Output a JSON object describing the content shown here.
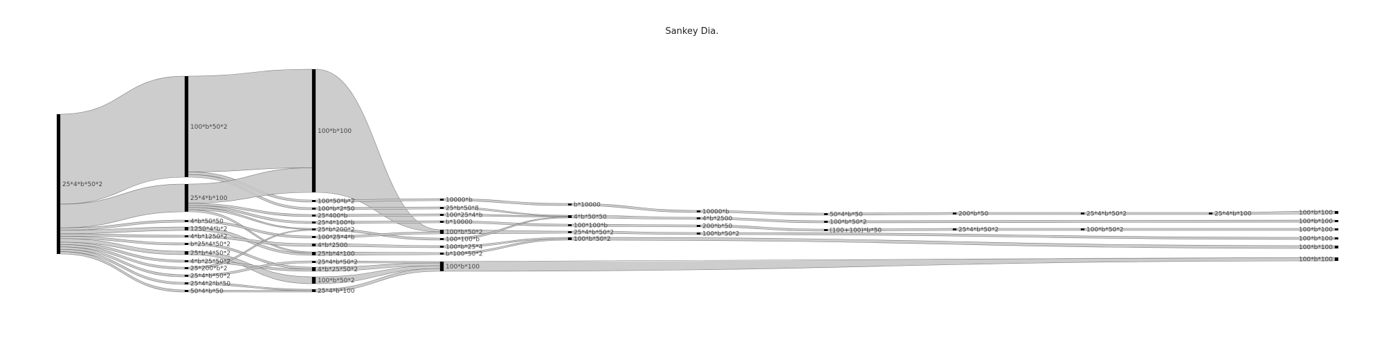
{
  "title": "Sankey Dia.",
  "diagram": {
    "type": "sankey",
    "nodes": [
      {
        "id": "n1",
        "label": "25*4*b*50*2"
      },
      {
        "id": "n2",
        "label": "100*b*50*2"
      },
      {
        "id": "n3",
        "label": "25*4*b*100"
      },
      {
        "id": "n4",
        "label": "4*b*50*50"
      },
      {
        "id": "n5",
        "label": "1250*4*b*2"
      },
      {
        "id": "n6",
        "label": "4*b*1250*2"
      },
      {
        "id": "n7",
        "label": "b*25*4*50*2"
      },
      {
        "id": "n8",
        "label": "25*b*4*50*2"
      },
      {
        "id": "n9",
        "label": "4*b*25*50*2"
      },
      {
        "id": "n10",
        "label": "25*200*b*2"
      },
      {
        "id": "n11",
        "label": "25*4*b*50*2"
      },
      {
        "id": "n12",
        "label": "25*4*2*b*50"
      },
      {
        "id": "n13",
        "label": "50*4*b*50"
      },
      {
        "id": "n14",
        "label": "100*b*100"
      },
      {
        "id": "n15",
        "label": "100*50*b*2"
      },
      {
        "id": "n16",
        "label": "100*b*2*50"
      },
      {
        "id": "n17",
        "label": "25*400*b"
      },
      {
        "id": "n18",
        "label": "25*4*100*b"
      },
      {
        "id": "n19",
        "label": "25*b*200*2"
      },
      {
        "id": "n20",
        "label": "100*25*4*b"
      },
      {
        "id": "n21",
        "label": "4*b*2500"
      },
      {
        "id": "n22",
        "label": "25*b*4*100"
      },
      {
        "id": "n23",
        "label": "25*4*b*50*2"
      },
      {
        "id": "n24",
        "label": "4*b*25*50*2"
      },
      {
        "id": "n25",
        "label": "100*b*50*2"
      },
      {
        "id": "n26",
        "label": "25*4*b*100"
      },
      {
        "id": "n27",
        "label": "10000*b"
      },
      {
        "id": "n28",
        "label": "25*b*50*8"
      },
      {
        "id": "n29",
        "label": "100*25*4*b"
      },
      {
        "id": "n30",
        "label": "b*10000"
      },
      {
        "id": "n31",
        "label": "100*b*50*2"
      },
      {
        "id": "n32",
        "label": "100*100*b"
      },
      {
        "id": "n33",
        "label": "100*b*25*4"
      },
      {
        "id": "n34",
        "label": "b*100*50*2"
      },
      {
        "id": "n35",
        "label": "100*b*100"
      },
      {
        "id": "n36",
        "label": "b*10000"
      },
      {
        "id": "n37",
        "label": "4*b*50*50"
      },
      {
        "id": "n38",
        "label": "100*100*b"
      },
      {
        "id": "n39",
        "label": "25*4*b*50*2"
      },
      {
        "id": "n40",
        "label": "100*b*50*2"
      },
      {
        "id": "n41",
        "label": "10000*b"
      },
      {
        "id": "n42",
        "label": "4*b*2500"
      },
      {
        "id": "n43",
        "label": "200*b*50"
      },
      {
        "id": "n44",
        "label": "100*b*50*2"
      },
      {
        "id": "n45",
        "label": "50*4*b*50"
      },
      {
        "id": "n46",
        "label": "100*b*50*2"
      },
      {
        "id": "n47",
        "label": "(100+100)*b*50"
      },
      {
        "id": "n48",
        "label": "200*b*50"
      },
      {
        "id": "n49",
        "label": "25*4*b*50*2"
      },
      {
        "id": "n50",
        "label": "25*4*b*50*2"
      },
      {
        "id": "n51",
        "label": "100*b*50*2"
      },
      {
        "id": "n52",
        "label": "25*4*b*100"
      },
      {
        "id": "n53",
        "label": "100*b*100"
      },
      {
        "id": "n54",
        "label": "100*b*100"
      },
      {
        "id": "n55",
        "label": "100*b*100"
      },
      {
        "id": "n56",
        "label": "100*b*100"
      },
      {
        "id": "n57",
        "label": "100*b*100"
      },
      {
        "id": "n58",
        "label": "100*b*100"
      }
    ],
    "links": [
      [
        "n1",
        "n2",
        38
      ],
      [
        "n1",
        "n3",
        10
      ],
      [
        "n1",
        "n4",
        1
      ],
      [
        "n1",
        "n5",
        1.5
      ],
      [
        "n1",
        "n6",
        1
      ],
      [
        "n1",
        "n7",
        1
      ],
      [
        "n1",
        "n8",
        1.5
      ],
      [
        "n1",
        "n9",
        1
      ],
      [
        "n1",
        "n10",
        1
      ],
      [
        "n1",
        "n11",
        1
      ],
      [
        "n1",
        "n12",
        1
      ],
      [
        "n1",
        "n13",
        1
      ],
      [
        "n2",
        "n14",
        36
      ],
      [
        "n2",
        "n15",
        1
      ],
      [
        "n2",
        "n16",
        1
      ],
      [
        "n3",
        "n14",
        9
      ],
      [
        "n3",
        "n17",
        1
      ],
      [
        "n3",
        "n18",
        1
      ],
      [
        "n3",
        "n19",
        1
      ],
      [
        "n3",
        "n22",
        1
      ],
      [
        "n4",
        "n20",
        1
      ],
      [
        "n5",
        "n22",
        1.5
      ],
      [
        "n6",
        "n21",
        1
      ],
      [
        "n7",
        "n24",
        1
      ],
      [
        "n8",
        "n25",
        1.5
      ],
      [
        "n9",
        "n24",
        1
      ],
      [
        "n10",
        "n19",
        1
      ],
      [
        "n11",
        "n23",
        1
      ],
      [
        "n12",
        "n26",
        1
      ],
      [
        "n13",
        "n26",
        1
      ],
      [
        "n14",
        "n31",
        1
      ],
      [
        "n15",
        "n27",
        1
      ],
      [
        "n16",
        "n28",
        1
      ],
      [
        "n17",
        "n29",
        1
      ],
      [
        "n18",
        "n30",
        1
      ],
      [
        "n19",
        "n32",
        1
      ],
      [
        "n20",
        "n31",
        1
      ],
      [
        "n21",
        "n33",
        1
      ],
      [
        "n22",
        "n34",
        1
      ],
      [
        "n23",
        "n35",
        1
      ],
      [
        "n24",
        "n35",
        2
      ],
      [
        "n25",
        "n35",
        2
      ],
      [
        "n26",
        "n35",
        2
      ],
      [
        "n27",
        "n36",
        1
      ],
      [
        "n28",
        "n37",
        1
      ],
      [
        "n29",
        "n37",
        1
      ],
      [
        "n30",
        "n38",
        1
      ],
      [
        "n31",
        "n39",
        1
      ],
      [
        "n32",
        "n37",
        1
      ],
      [
        "n33",
        "n40",
        1
      ],
      [
        "n34",
        "n40",
        1
      ],
      [
        "n35",
        "n58",
        8
      ],
      [
        "n36",
        "n41",
        1
      ],
      [
        "n37",
        "n42",
        1
      ],
      [
        "n38",
        "n43",
        1
      ],
      [
        "n39",
        "n44",
        1
      ],
      [
        "n40",
        "n57",
        2
      ],
      [
        "n41",
        "n45",
        1
      ],
      [
        "n42",
        "n46",
        1
      ],
      [
        "n43",
        "n47",
        1
      ],
      [
        "n44",
        "n56",
        1
      ],
      [
        "n45",
        "n48",
        1
      ],
      [
        "n46",
        "n54",
        1
      ],
      [
        "n47",
        "n49",
        1
      ],
      [
        "n48",
        "n50",
        1
      ],
      [
        "n49",
        "n51",
        1
      ],
      [
        "n50",
        "n52",
        1
      ],
      [
        "n51",
        "n55",
        1
      ],
      [
        "n52",
        "n53",
        1
      ]
    ]
  }
}
